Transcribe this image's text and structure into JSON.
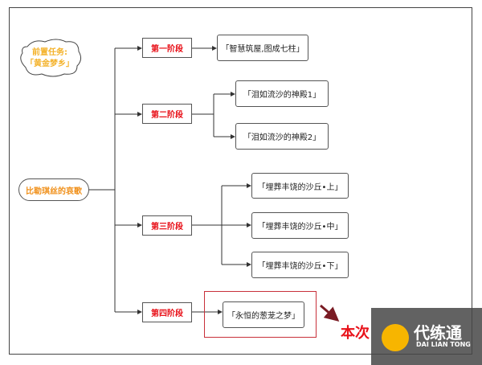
{
  "prerequisite": {
    "line1": "前置任务:",
    "line2": "「黄金梦乡」"
  },
  "root": "比勒琪丝的哀歌",
  "stages": [
    {
      "label": "第一阶段",
      "quests": [
        "「智慧筑屋,图成七柱」"
      ]
    },
    {
      "label": "第二阶段",
      "quests": [
        "「泪如流沙的神殿1」",
        "「泪如流沙的神殿2」"
      ]
    },
    {
      "label": "第三阶段",
      "quests": [
        "「埋葬丰饶的沙丘•上」",
        "「埋葬丰饶的沙丘•中」",
        "「埋葬丰饶的沙丘•下」"
      ]
    },
    {
      "label": "第四阶段",
      "quests": [
        "「永恒的葱茏之梦」"
      ]
    }
  ],
  "note": "本次",
  "watermark": {
    "title": "代练通",
    "subtitle": "DAI LIAN TONG"
  }
}
